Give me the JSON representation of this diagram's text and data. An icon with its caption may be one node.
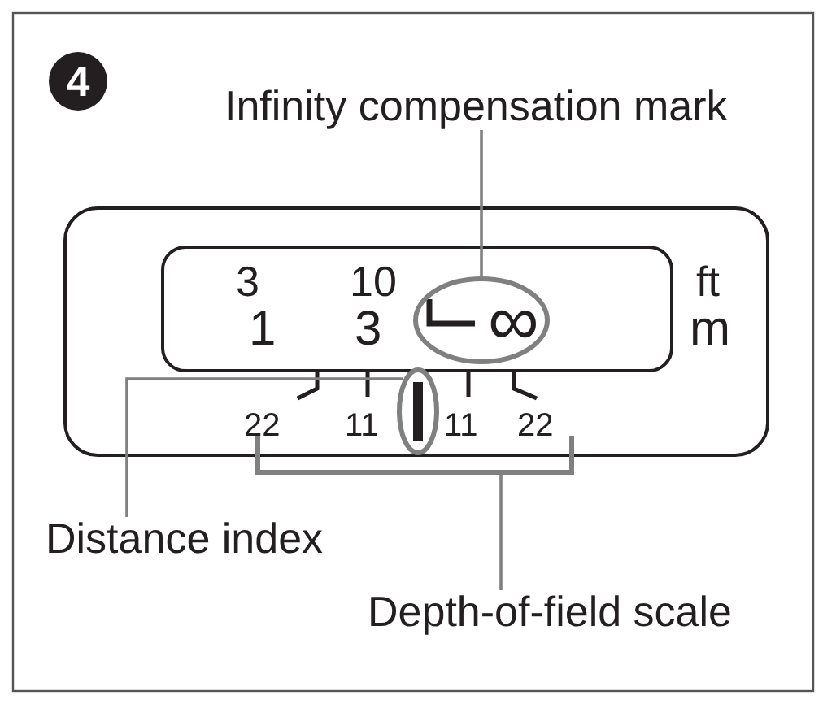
{
  "diagram": {
    "nodes": [
      {
        "text": [
          "4"
        ]
      },
      {
        "text": [
          "Infinity compensation mark"
        ]
      },
      {
        "text": [],
        "shape": "circle"
      },
      {
        "text": [
          "Distance index"
        ]
      },
      {
        "text": [],
        "shape": "circle"
      },
      {
        "text": [
          "Depth-of-field scale"
        ]
      },
      {
        "text": [],
        "shape": "bracket"
      }
    ],
    "edges": [
      {
        "from": 1,
        "to": 2,
        "arrow": "none"
      },
      {
        "from": 3,
        "to": 4,
        "arrow": "none"
      },
      {
        "from": 5,
        "to": 6,
        "arrow": "none"
      }
    ],
    "labels": [
      "3",
      "10",
      "ft",
      "1",
      "3",
      "∞",
      "m",
      "22",
      "11",
      "11",
      "22"
    ]
  }
}
